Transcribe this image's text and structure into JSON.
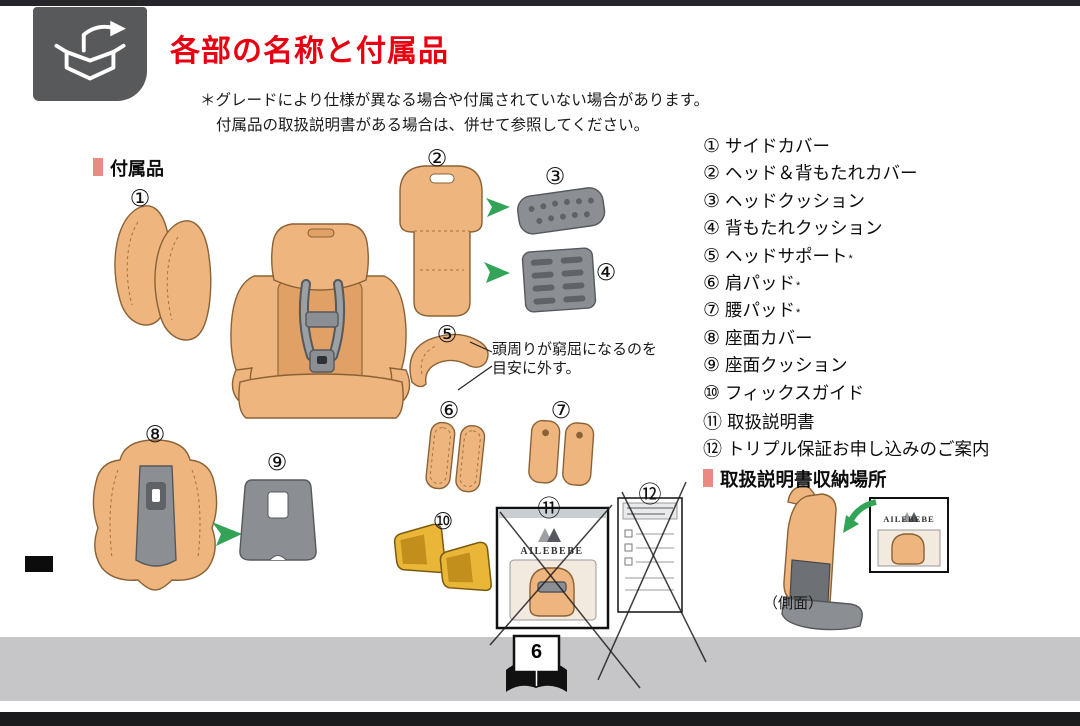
{
  "header": {
    "title": "各部の名称と付属品",
    "note1": "＊グレードにより仕様が異なる場合や付属されていない場合があります。",
    "note2": "付属品の取扱説明書がある場合は、併せて参照してください。"
  },
  "sections": {
    "accessories": "付属品",
    "storage": "取扱説明書収納場所",
    "side_view": "（側面）"
  },
  "annotation": {
    "line1": "頭周りが窮屈になるのを",
    "line2": "目安に外す。"
  },
  "parts": [
    {
      "num": "①",
      "label": "サイドカバー"
    },
    {
      "num": "②",
      "label": "ヘッド＆背もたれカバー"
    },
    {
      "num": "③",
      "label": "ヘッドクッション"
    },
    {
      "num": "④",
      "label": "背もたれクッション"
    },
    {
      "num": "⑤",
      "label": "ヘッドサポート",
      "ast": "*"
    },
    {
      "num": "⑥",
      "label": "肩パッド",
      "ast": "*"
    },
    {
      "num": "⑦",
      "label": "腰パッド",
      "ast": "*"
    },
    {
      "num": "⑧",
      "label": "座面カバー"
    },
    {
      "num": "⑨",
      "label": "座面クッション"
    },
    {
      "num": "⑩",
      "label": "フィックスガイド"
    },
    {
      "num": "⑪",
      "label": "取扱説明書"
    },
    {
      "num": "⑫",
      "label": "トリプル保証お申し込みのご案内"
    }
  ],
  "brand": "AILEBEBE",
  "page_number": "6",
  "colors": {
    "accent_red": "#e60012",
    "bullet_pink": "#ea8a82",
    "part_tan": "#eeb57e",
    "part_gray": "#8b8f93",
    "arrow_green": "#33a457",
    "guide_yellow": "#e9b637",
    "footer_gray": "#c6c6c8"
  }
}
